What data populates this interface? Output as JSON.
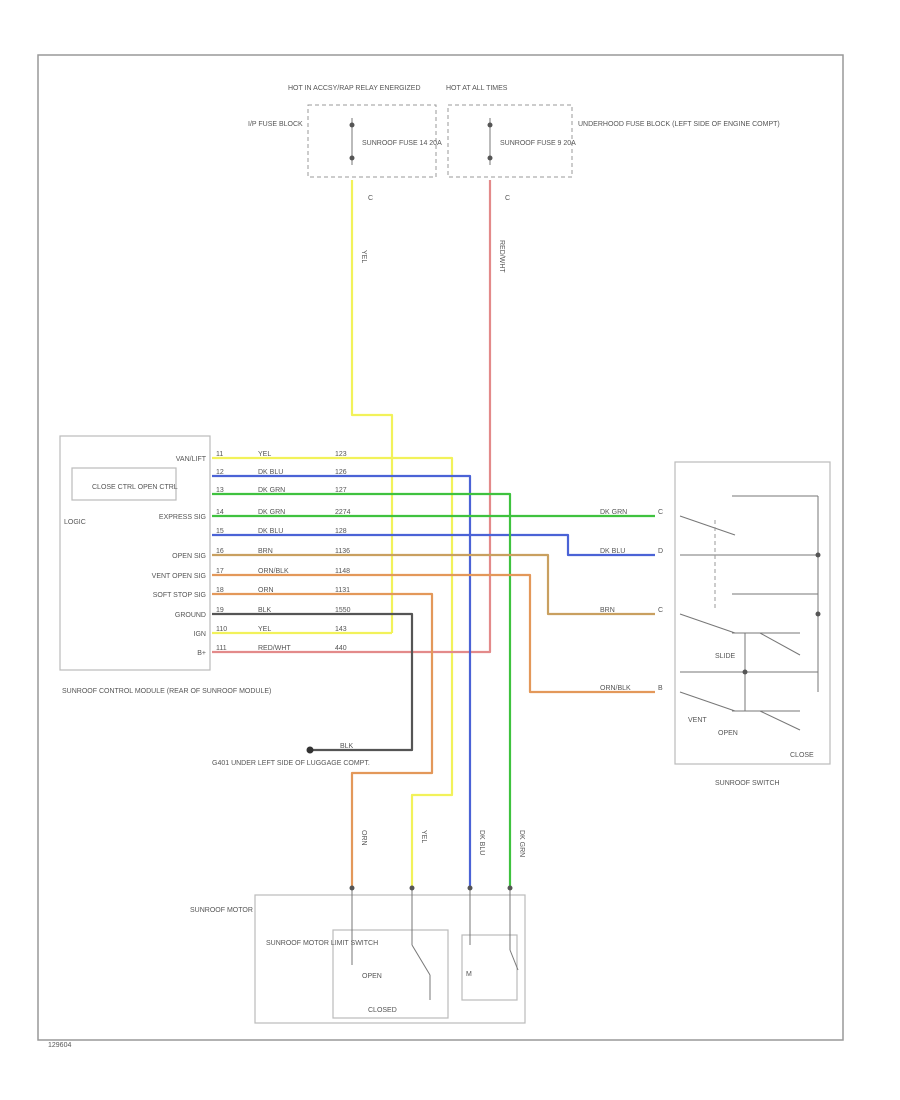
{
  "colors": {
    "yel": "#f2f25a",
    "blu": "#4b63d6",
    "grn": "#3fc23f",
    "brn": "#c9a060",
    "org": "#e3985a",
    "blk": "#555555",
    "red": "#e38a8a",
    "frame": "#999999"
  },
  "fuse_block_ip": {
    "title": "HOT IN ACCSY/RAP RELAY ENERGIZED",
    "location": "I/P FUSE BLOCK",
    "fuse_name": "SUNROOF FUSE 14 20A",
    "terminal": "C"
  },
  "fuse_block_underhood": {
    "title": "HOT AT ALL TIMES",
    "location": "UNDERHOOD FUSE BLOCK (LEFT SIDE OF ENGINE COMPT)",
    "fuse_name": "SUNROOF FUSE 9 20A",
    "terminal": "C"
  },
  "riser_labels": {
    "yel": "YEL",
    "red": "RED/WHT"
  },
  "control_module": {
    "inner_box": "CLOSE CTRL OPEN CTRL",
    "pins": [
      {
        "label": "VAN/LIFT",
        "num": "11",
        "color": "YEL",
        "circuit": "123"
      },
      {
        "label": "",
        "num": "12",
        "color": "DK BLU",
        "circuit": "126"
      },
      {
        "label": "",
        "num": "13",
        "color": "DK GRN",
        "circuit": "127"
      },
      {
        "label": "EXPRESS SIG",
        "num": "14",
        "color": "DK GRN",
        "circuit": "2274"
      },
      {
        "label": "",
        "num": "15",
        "color": "DK BLU",
        "circuit": "128"
      },
      {
        "label": "OPEN SIG",
        "num": "16",
        "color": "BRN",
        "circuit": "1136"
      },
      {
        "label": "VENT OPEN SIG",
        "num": "17",
        "color": "ORN/BLK",
        "circuit": "1148"
      },
      {
        "label": "SOFT STOP SIG",
        "num": "18",
        "color": "ORN",
        "circuit": "1131"
      },
      {
        "label": "GROUND",
        "num": "19",
        "color": "BLK",
        "circuit": "1550"
      },
      {
        "label": "IGN",
        "num": "110",
        "color": "YEL",
        "circuit": "143"
      },
      {
        "label": "B+",
        "num": "111",
        "color": "RED/WHT",
        "circuit": "440"
      }
    ],
    "logic_label": "LOGIC",
    "caption": "SUNROOF CONTROL MODULE (REAR OF SUNROOF MODULE)"
  },
  "ground": {
    "wire": "BLK",
    "label": "G401 UNDER LEFT SIDE OF LUGGAGE COMPT."
  },
  "switch": {
    "wires": [
      {
        "color": "DK GRN",
        "pin": "C"
      },
      {
        "color": "DK BLU",
        "pin": "D"
      },
      {
        "color": "BRN",
        "pin": "C"
      },
      {
        "color": "ORN/BLK",
        "pin": "B"
      }
    ],
    "slide_label": "SLIDE",
    "vent_label": "VENT",
    "open_label": "OPEN",
    "close_label": "CLOSE",
    "caption": "SUNROOF SWITCH"
  },
  "motor": {
    "title": "SUNROOF MOTOR",
    "limit_switch": "SUNROOF MOTOR LIMIT SWITCH",
    "open_label": "OPEN",
    "closed_label": "CLOSED",
    "motor_symbol": "M",
    "drop_wires": [
      "ORN",
      "YEL",
      "DK BLU",
      "DK GRN"
    ]
  },
  "figure_id": "129604"
}
